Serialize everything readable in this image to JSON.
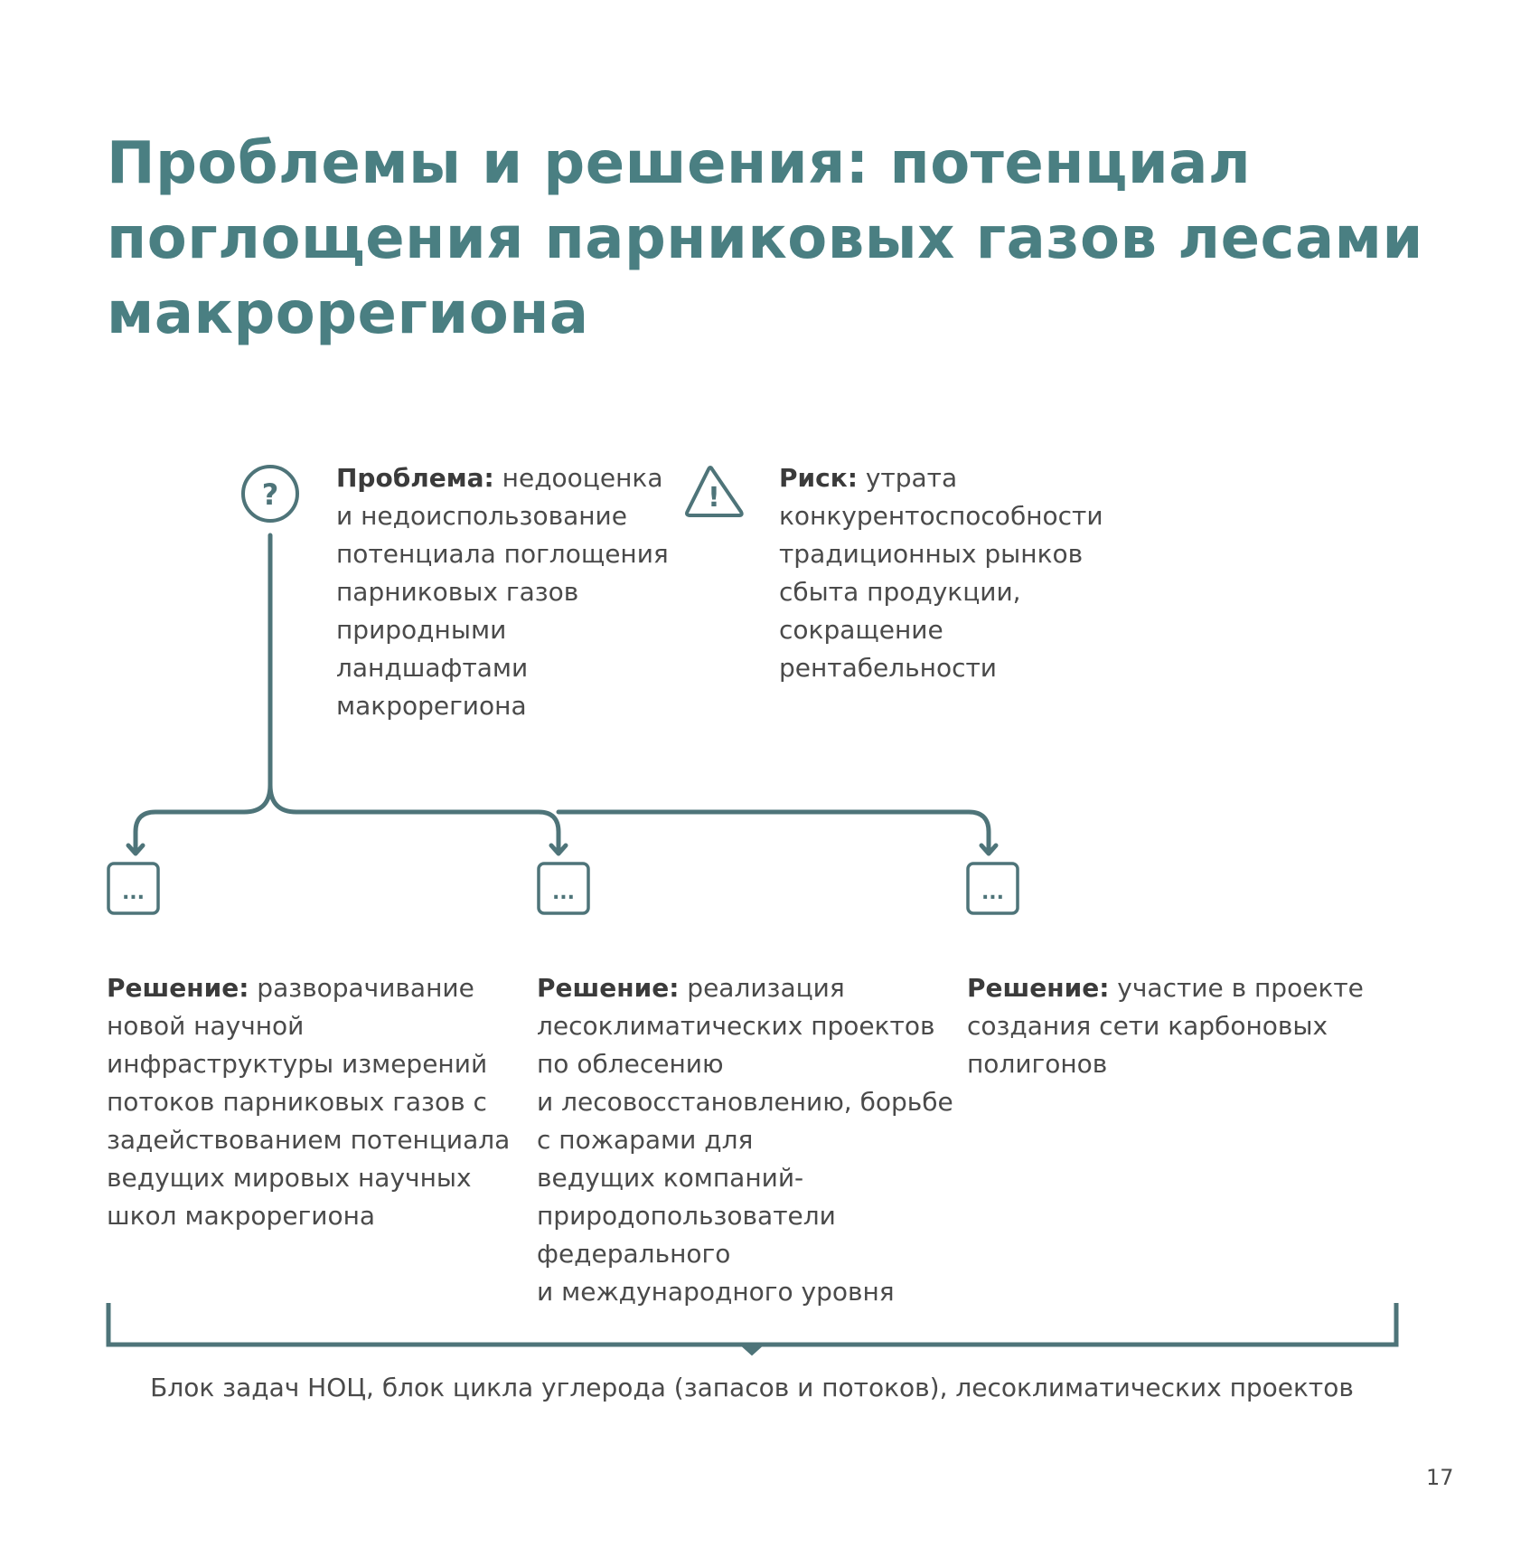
{
  "title": {
    "lines": [
      "Проблемы и решения: потенциал",
      "поглощения парниковых газов лесами",
      "макрорегиона"
    ]
  },
  "problem": {
    "label": "Проблема:",
    "lines": [
      "недооценка",
      "и недоиспользование",
      "потенциала поглощения",
      "парниковых газов",
      "природными",
      "ландшафтами",
      "макрорегиона"
    ]
  },
  "risk": {
    "label": "Риск:",
    "lines": [
      "утрата",
      "конкурентоспособности",
      "традиционных рынков",
      "сбыта продукции,",
      "сокращение",
      "рентабельности"
    ]
  },
  "solutions": [
    {
      "label": "Решение:",
      "lines": [
        "разворачивание",
        "новой научной",
        "инфраструктуры измерений",
        "потоков парниковых газов с",
        "задействованием потенциала",
        "ведущих мировых научных",
        "школ макрорегиона"
      ]
    },
    {
      "label": "Решение:",
      "lines": [
        "реализация",
        "лесоклиматических проектов",
        "по облесению",
        "и лесовосстановлению, борьбе",
        "с пожарами для",
        "ведущих компаний-",
        "природопользователи",
        "федерального",
        "и международного уровня"
      ]
    },
    {
      "label": "Решение:",
      "lines": [
        "участие в проекте",
        "создания сети карбоновых",
        "полигонов"
      ]
    }
  ],
  "icons": {
    "question_glyph": "?",
    "warning_glyph": "!",
    "ellipsis_glyph": "..."
  },
  "footer": {
    "caption": "Блок задач НОЦ, блок цикла углерода (запасов и потоков), лесоклиматических проектов"
  },
  "page_number": "17",
  "colors": {
    "accent": "#4a7f82",
    "line": "#4e7479",
    "text": "#4a4a4a"
  }
}
